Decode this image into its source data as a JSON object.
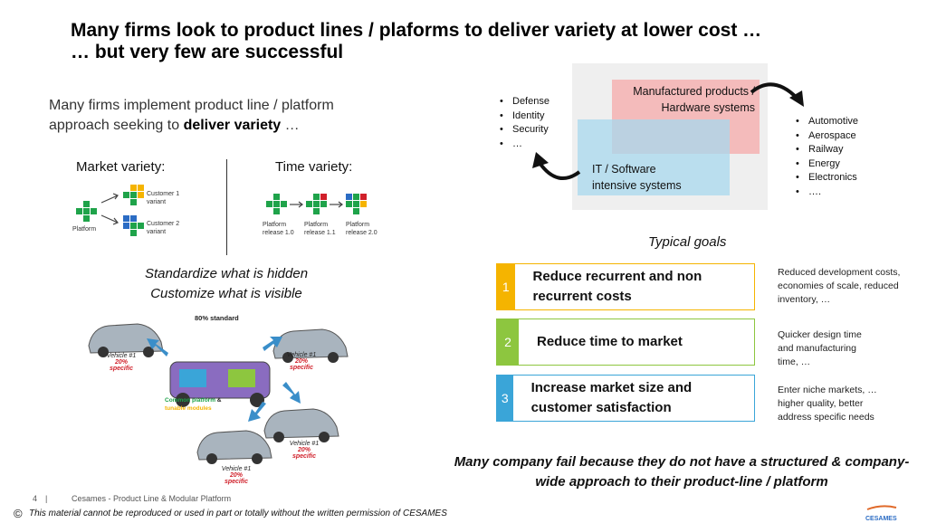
{
  "title": {
    "line1": "Many firms look to product lines / plaforms to deliver variety at lower cost …",
    "line2": "… but very few are successful"
  },
  "intro": {
    "text_pre": "Many firms implement product line / platform approach seeking to",
    "text_bold": "deliver variety",
    "text_post": "…"
  },
  "market_variety": {
    "heading": "Market variety:",
    "platform_label": "Platform",
    "variant1_label": "Customer 1 variant",
    "variant2_label": "Customer 2 variant"
  },
  "time_variety": {
    "heading": "Time variety:",
    "releases": [
      "Platform release 1.0",
      "Platform release  1.1",
      "Platform release 2.0"
    ]
  },
  "standardize": {
    "line1": "Standardize what is hidden",
    "line2": "Customize what is visible"
  },
  "cars": {
    "standard_label": "80% standard",
    "vehicle_label": "Vehicle #1",
    "specific_label": "20% specific",
    "common_platform": "Common platform",
    "amp": "&",
    "tunable_modules": "tunable modules"
  },
  "venn": {
    "manufactured_label": "Manufactured products / Hardware systems",
    "it_label": "IT / Software intensive systems",
    "left_bullets": [
      "Defense",
      "Identity",
      "Security",
      "…"
    ],
    "right_bullets": [
      "Automotive",
      "Aerospace",
      "Railway",
      "Energy",
      "Electronics",
      "…."
    ]
  },
  "goals": {
    "heading": "Typical goals",
    "items": [
      {
        "num": "1",
        "label": "Reduce recurrent and non recurrent costs",
        "color": "#f5b400",
        "note": "Reduced development costs, economies of scale, reduced inventory, …"
      },
      {
        "num": "2",
        "label": "Reduce time to market",
        "color": "#8dc63f",
        "note": "Quicker design time and manufacturing time, …"
      },
      {
        "num": "3",
        "label": "Increase market size and customer satisfaction",
        "color": "#3aa5d8",
        "note": "Enter niche markets, … higher quality, better address specific needs"
      }
    ]
  },
  "conclusion": "Many company fail because they do not have a structured & company-wide approach to their product-line / platform",
  "footer": {
    "page_num": "4",
    "separator": "|",
    "source": "Cesames - Product Line & Modular Platform",
    "copyright": "This material cannot be reproduced or used in part or totally without the written permission of CESAMES",
    "copyright_symbol": "©",
    "logo_text": "CESAMES"
  }
}
